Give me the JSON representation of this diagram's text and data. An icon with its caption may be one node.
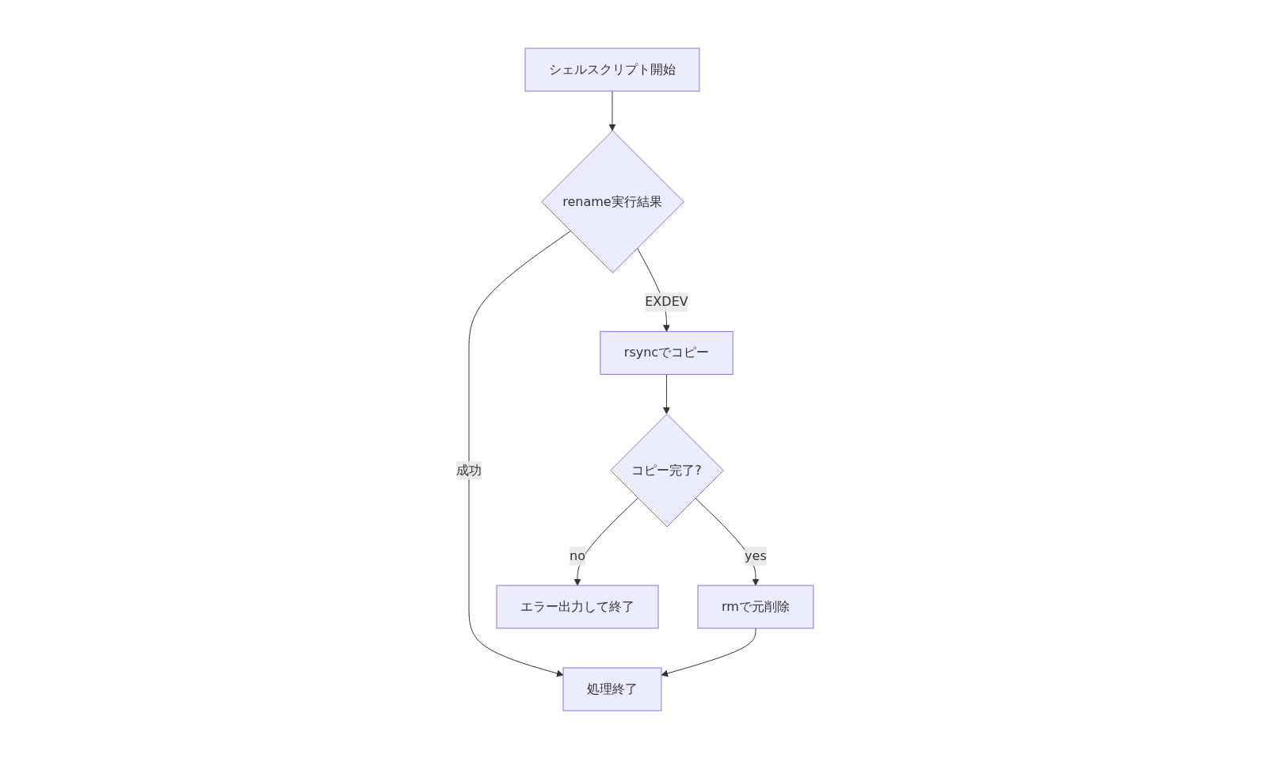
{
  "diagram": {
    "nodes": [
      {
        "text": [
          "シェルスクリプト開始"
        ]
      },
      {
        "text": [
          "rename実行結果"
        ]
      },
      {
        "text": [
          "rsyncでコピー"
        ]
      },
      {
        "text": [
          "コピー完了?"
        ]
      },
      {
        "text": [
          "エラー出力して終了"
        ]
      },
      {
        "text": [
          "rmで元削除"
        ]
      },
      {
        "text": [
          "処理終了"
        ]
      }
    ],
    "edges": [
      {
        "from": 0,
        "to": 1,
        "arrow": "to"
      },
      {
        "from": 1,
        "to": 6,
        "arrow": "to",
        "label": "成功"
      },
      {
        "from": 1,
        "to": 2,
        "arrow": "to",
        "label": "EXDEV"
      },
      {
        "from": 2,
        "to": 3,
        "arrow": "to"
      },
      {
        "from": 3,
        "to": 4,
        "arrow": "to",
        "label": "no"
      },
      {
        "from": 3,
        "to": 5,
        "arrow": "to",
        "label": "yes"
      },
      {
        "from": 5,
        "to": 6,
        "arrow": "to"
      }
    ]
  }
}
